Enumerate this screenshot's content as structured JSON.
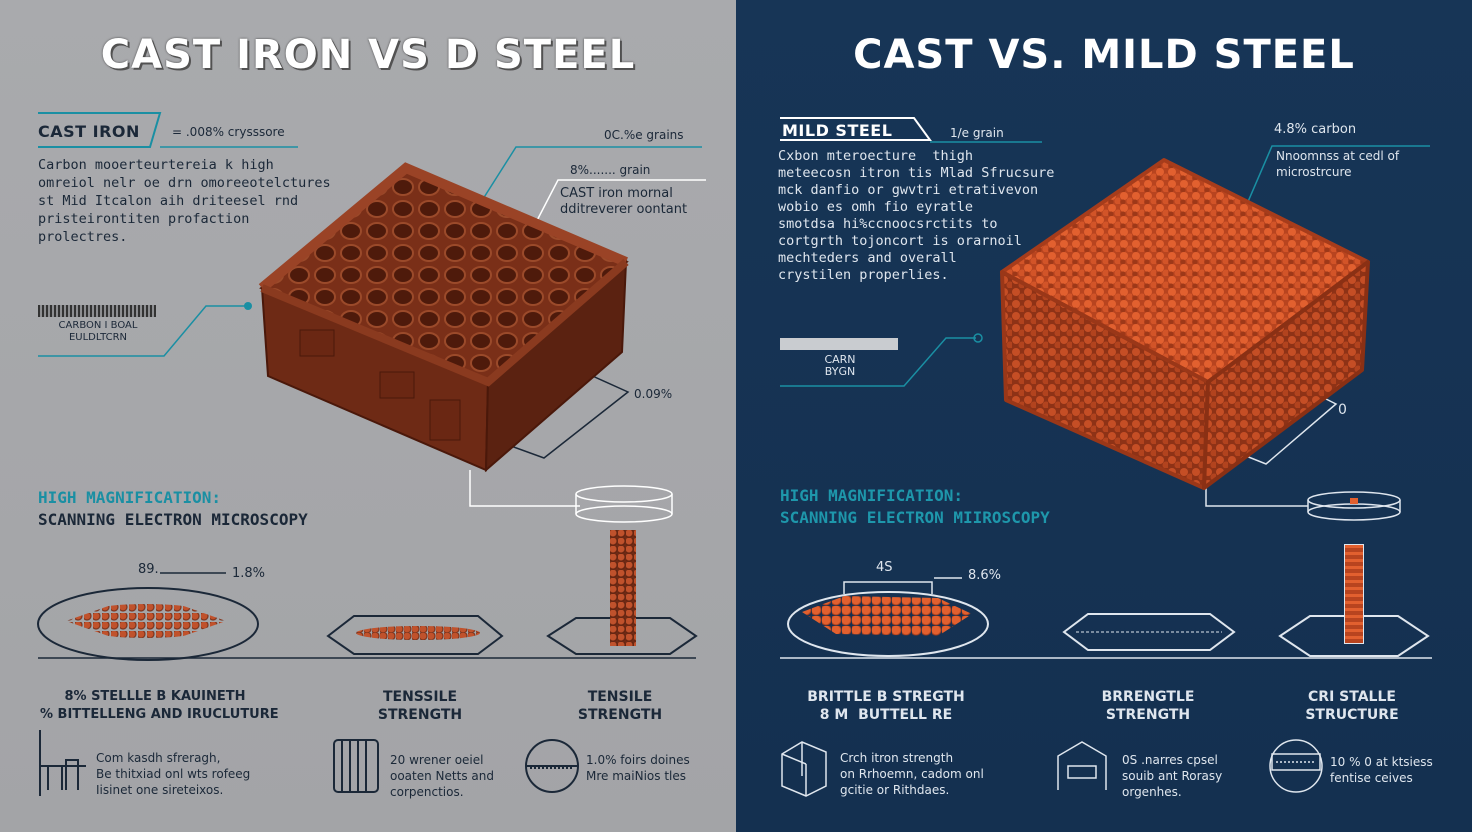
{
  "left": {
    "title": "CAST IRON VS D STEEL",
    "label": "CAST IRON",
    "label_note": "= .008% crysssore",
    "description": "Carbon mooerteurtereia k high\nomreiol nelr oe drn omoreeotelctures\nst Mid Itcalon aih driteesel rnd\npristeirontiten profaction\nprolectres.",
    "callout_grains": "0C.%e grains",
    "callout_grain": "8%....... grain",
    "callout_content": "CAST iron mornal\ndditreverer oontant",
    "tag_text": "CARBON I BOAL\nEULDLTCRN",
    "pct_block": "0.09%",
    "section_line1": "HIGH MAGNIFICATION:",
    "section_line2": "SCANNING ELECTRON MICROSCOPY",
    "meas_left": "89.",
    "meas_right": "1.8%",
    "cap1": "8% STELLLE B KAUINETH\n% BITTELLENG AND IRUCLUTURE",
    "cap2": "TENSSILE\nSTRENGTH",
    "cap3": "TENSILE\nSTRENGTH",
    "note1": "Com kasdh sfreragh,\nBe thitxiad onl wts rofeeg\nIisinet one sireteixos.",
    "note2": "20 wrener oeiel\nooaten Netts and\ncorpenctios.",
    "note3": "1.0% foirs doines\nMre maiNios tles"
  },
  "right": {
    "title": "CAST VS. MILD STEEL",
    "label": "MILD STEEL",
    "label_note": "1/e grain",
    "description": "Cxbon mteroecture  thigh\nmeteecosn itron tis Mlad Sfrucsure\nmck danfio or gwvtri etrativevon\nwobio es omh fio eyratle\nsmotdsa hi%ccnoocsrctits to\ncortgrth tojoncort is orarnoil\nmechteders and overall\ncrystilen properlies.",
    "callout_carbon": "4.8% carbon",
    "callout_note": "Nnoomnss at cedl of\nmicrostrcure",
    "tag_text": "CARN\nBYGN",
    "pct_block": "0",
    "section_line1": "HIGH MAGNIFICATION:",
    "section_line2": "SCANNING ELECTRON MIIROSCOPY",
    "meas_left": "4S",
    "meas_right": "8.6%",
    "cap1": "BRITTLE B STREGTH\n8 M  BUTTELL RE",
    "cap2": "BRRENGTLE\nSTRENGTH",
    "cap3": "CRI STALLE\nSTRUCTURE",
    "note1": "Crch itron strength\non Rrhoemn, cadom onl\ngcitie or Rithdaes.",
    "note2": "0S .narres cpsel\nsouib ant Rorasy\norgenhes.",
    "note3": "10 % 0 at ktsiess\nfentise ceives"
  },
  "colors": {
    "left_bg": "#a7a8ab",
    "right_bg": "#163352",
    "accent_teal": "#1a8fa3",
    "rust": "#8a3a1f",
    "orange": "#d9552e"
  },
  "icons": [
    "bar-graph-icon",
    "pillar-icon",
    "gauge-icon",
    "cube-icon",
    "building-icon",
    "dial-icon"
  ]
}
